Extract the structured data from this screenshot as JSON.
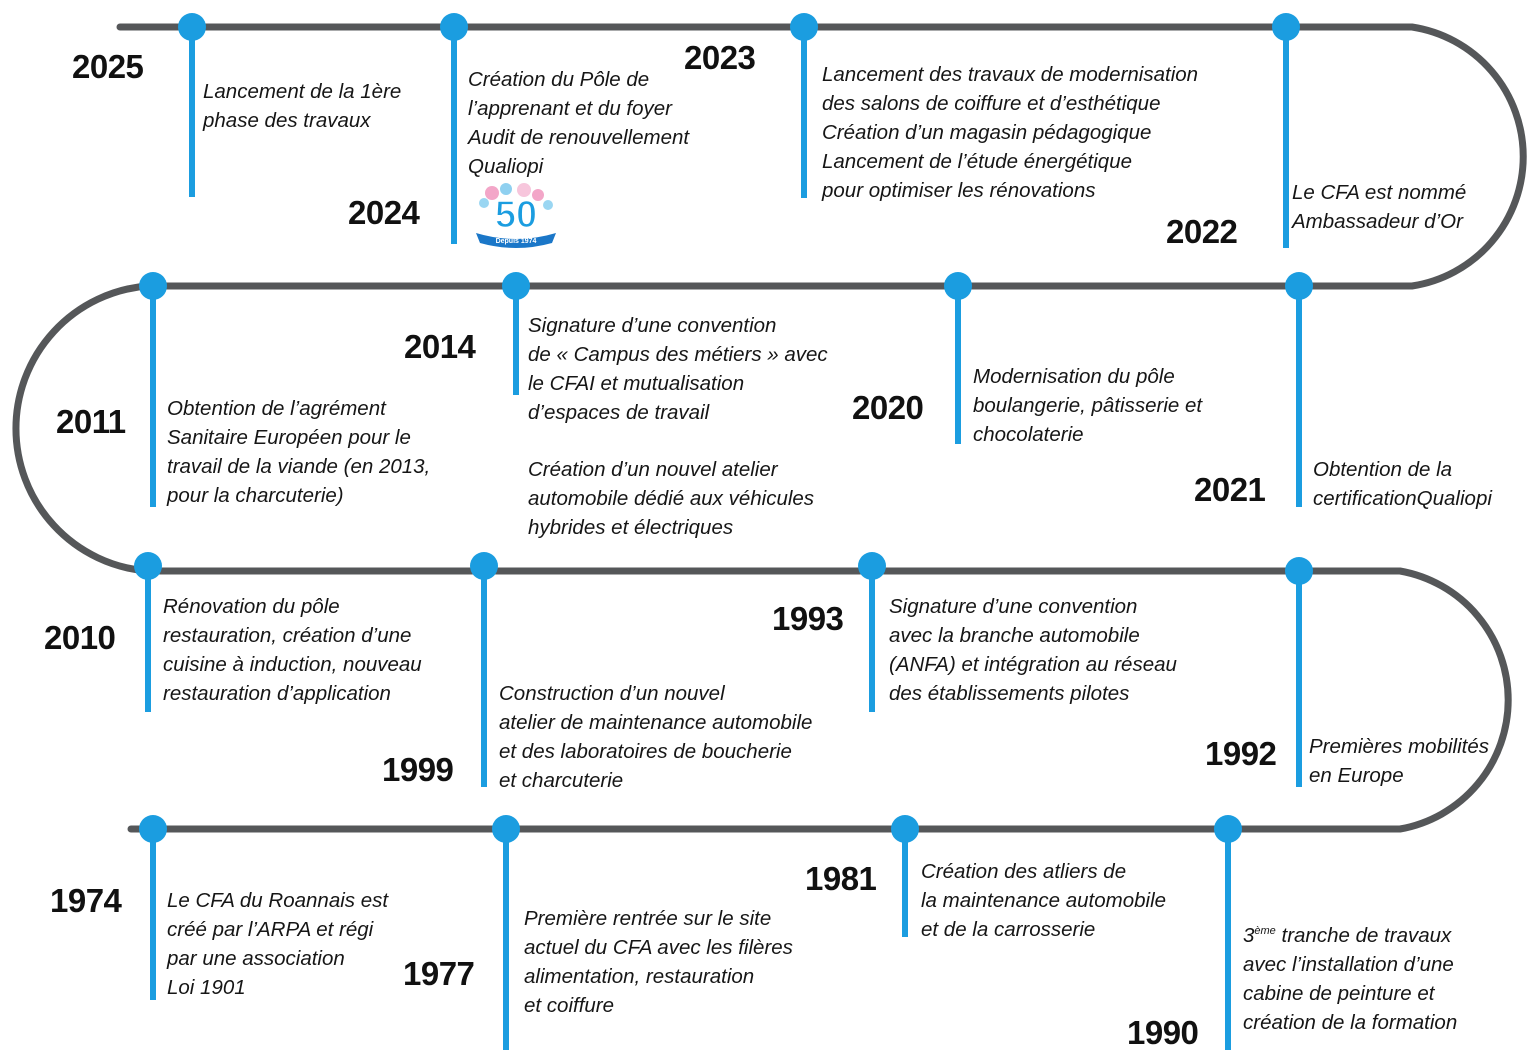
{
  "colors": {
    "track": "#555759",
    "marker": "#1b9de0",
    "text": "#161616"
  },
  "badge": {
    "number": "50",
    "caption": "Depuis 1974"
  },
  "events": [
    {
      "id": "2025",
      "year": "2025",
      "lines": [
        "Lancement de la 1ère",
        "phase des travaux"
      ]
    },
    {
      "id": "2024",
      "year": "2024",
      "lines": [
        "Création du Pôle de",
        "l’apprenant et du foyer",
        "Audit de renouvellement",
        "Qualiopi"
      ]
    },
    {
      "id": "2023",
      "year": "2023",
      "lines": [
        "Lancement des travaux de modernisation",
        "des salons de coiffure et d’esthétique",
        "Création d’un magasin pédagogique",
        "Lancement de l’étude énergétique",
        "pour optimiser les rénovations"
      ]
    },
    {
      "id": "2022",
      "year": "2022",
      "lines": [
        "Le CFA est nommé",
        "Ambassadeur d’Or"
      ]
    },
    {
      "id": "2011",
      "year": "2011",
      "lines": [
        "Obtention de l’agrément",
        "Sanitaire Européen pour le",
        "travail de la viande (en 2013,",
        "pour la charcuterie)"
      ]
    },
    {
      "id": "2014",
      "year": "2014",
      "lines": [
        "Signature d’une convention",
        "de « Campus des métiers » avec",
        "le CFAI et mutualisation",
        "d’espaces de travail"
      ],
      "lines2": [
        "Création d’un nouvel atelier",
        "automobile dédié aux véhicules",
        "hybrides et électriques"
      ]
    },
    {
      "id": "2020",
      "year": "2020",
      "lines": [
        "Modernisation du pôle",
        "boulangerie, pâtisserie et",
        "chocolaterie"
      ]
    },
    {
      "id": "2021",
      "year": "2021",
      "lines": [
        "Obtention de la",
        "certificationQualiopi"
      ]
    },
    {
      "id": "2010",
      "year": "2010",
      "lines": [
        "Rénovation du pôle",
        "restauration, création d’une",
        "cuisine à induction, nouveau",
        "restauration d’application"
      ]
    },
    {
      "id": "1999",
      "year": "1999",
      "lines": [
        "Construction d’un nouvel",
        "atelier de maintenance automobile",
        "et des laboratoires de boucherie",
        "et charcuterie"
      ]
    },
    {
      "id": "1993",
      "year": "1993",
      "lines": [
        "Signature d’une convention",
        "avec la branche automobile",
        "(ANFA) et intégration au réseau",
        "des établissements pilotes"
      ]
    },
    {
      "id": "1992",
      "year": "1992",
      "lines": [
        "Premières mobilités",
        "en Europe"
      ]
    },
    {
      "id": "1974",
      "year": "1974",
      "lines": [
        "Le CFA du Roannais est",
        "créé par l’ARPA et régi",
        "par une association",
        "Loi 1901"
      ]
    },
    {
      "id": "1977",
      "year": "1977",
      "lines": [
        "Première rentrée sur le site",
        "actuel du CFA avec les filères",
        "alimentation, restauration",
        "et coiffure"
      ]
    },
    {
      "id": "1981",
      "year": "1981",
      "lines": [
        "Création des atliers de",
        "la maintenance automobile",
        "et de la carrosserie"
      ]
    },
    {
      "id": "1990",
      "year": "1990",
      "sup": "ème",
      "lines": [
        "3",
        "avec l’installation d’une",
        "cabine de peinture et",
        "création de la formation"
      ],
      "first_line_rest": " tranche de travaux"
    }
  ]
}
